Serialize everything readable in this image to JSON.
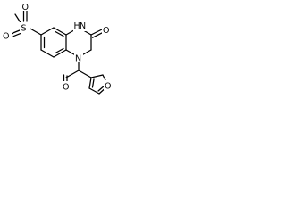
{
  "molecule": {
    "atoms": {
      "nh": "H",
      "nh_n": "N",
      "carbonyl_o": "O",
      "ring_n": "N",
      "amide_o": "O",
      "furan_o": "O",
      "sulfur": "S",
      "sulfonyl_o_top": "O",
      "sulfonyl_o_left": "O"
    }
  }
}
